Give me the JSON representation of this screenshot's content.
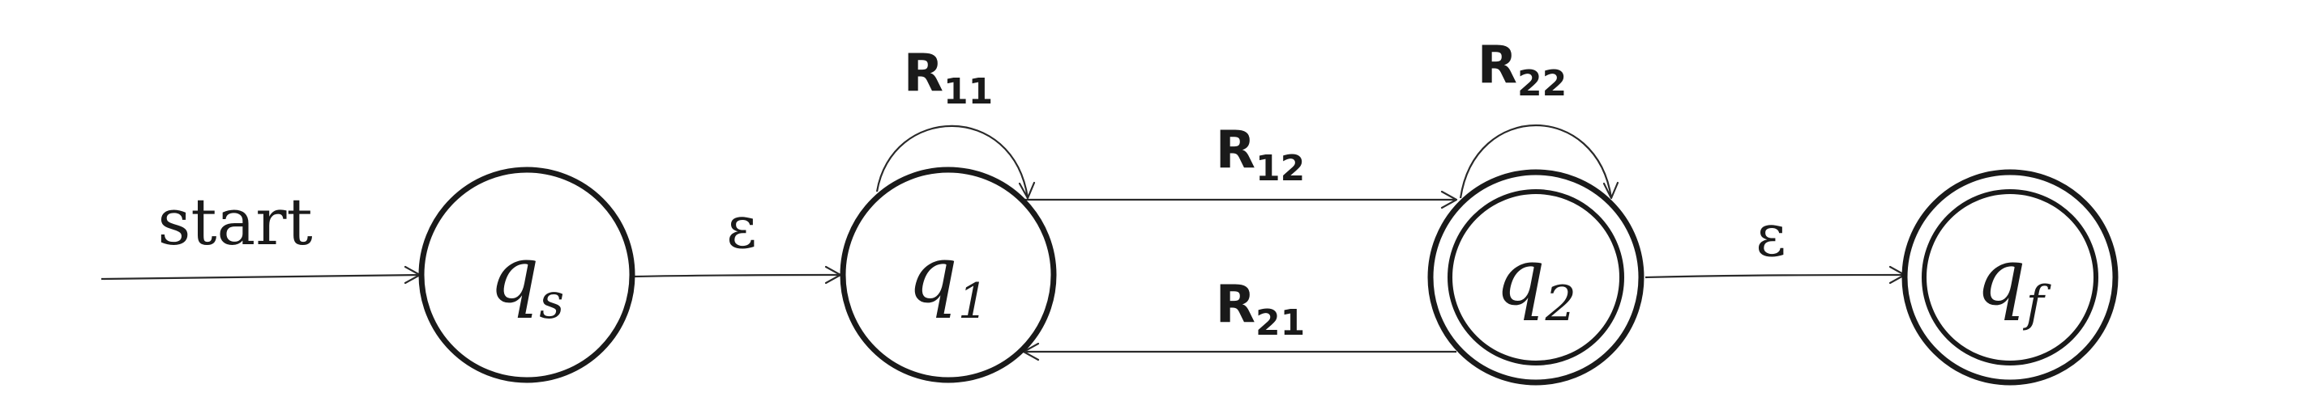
{
  "diagram": {
    "states": [
      {
        "id": "qs",
        "base": "q",
        "sub": "s",
        "accepting": false
      },
      {
        "id": "q1",
        "base": "q",
        "sub": "1",
        "accepting": false
      },
      {
        "id": "q2",
        "base": "q",
        "sub": "2",
        "accepting": true
      },
      {
        "id": "qf",
        "base": "q",
        "sub": "f",
        "accepting": true
      }
    ],
    "edges": [
      {
        "id": "start",
        "from": null,
        "to": "qs",
        "label": "start",
        "label_sub": ""
      },
      {
        "id": "qs-q1",
        "from": "qs",
        "to": "q1",
        "label": "ε",
        "label_sub": ""
      },
      {
        "id": "q1-q1",
        "from": "q1",
        "to": "q1",
        "label": "R",
        "label_sub": "11"
      },
      {
        "id": "q1-q2",
        "from": "q1",
        "to": "q2",
        "label": "R",
        "label_sub": "12"
      },
      {
        "id": "q2-q2",
        "from": "q2",
        "to": "q2",
        "label": "R",
        "label_sub": "22"
      },
      {
        "id": "q2-q1",
        "from": "q2",
        "to": "q1",
        "label": "R",
        "label_sub": "21"
      },
      {
        "id": "q2-qf",
        "from": "q2",
        "to": "qf",
        "label": "ε",
        "label_sub": ""
      }
    ]
  }
}
